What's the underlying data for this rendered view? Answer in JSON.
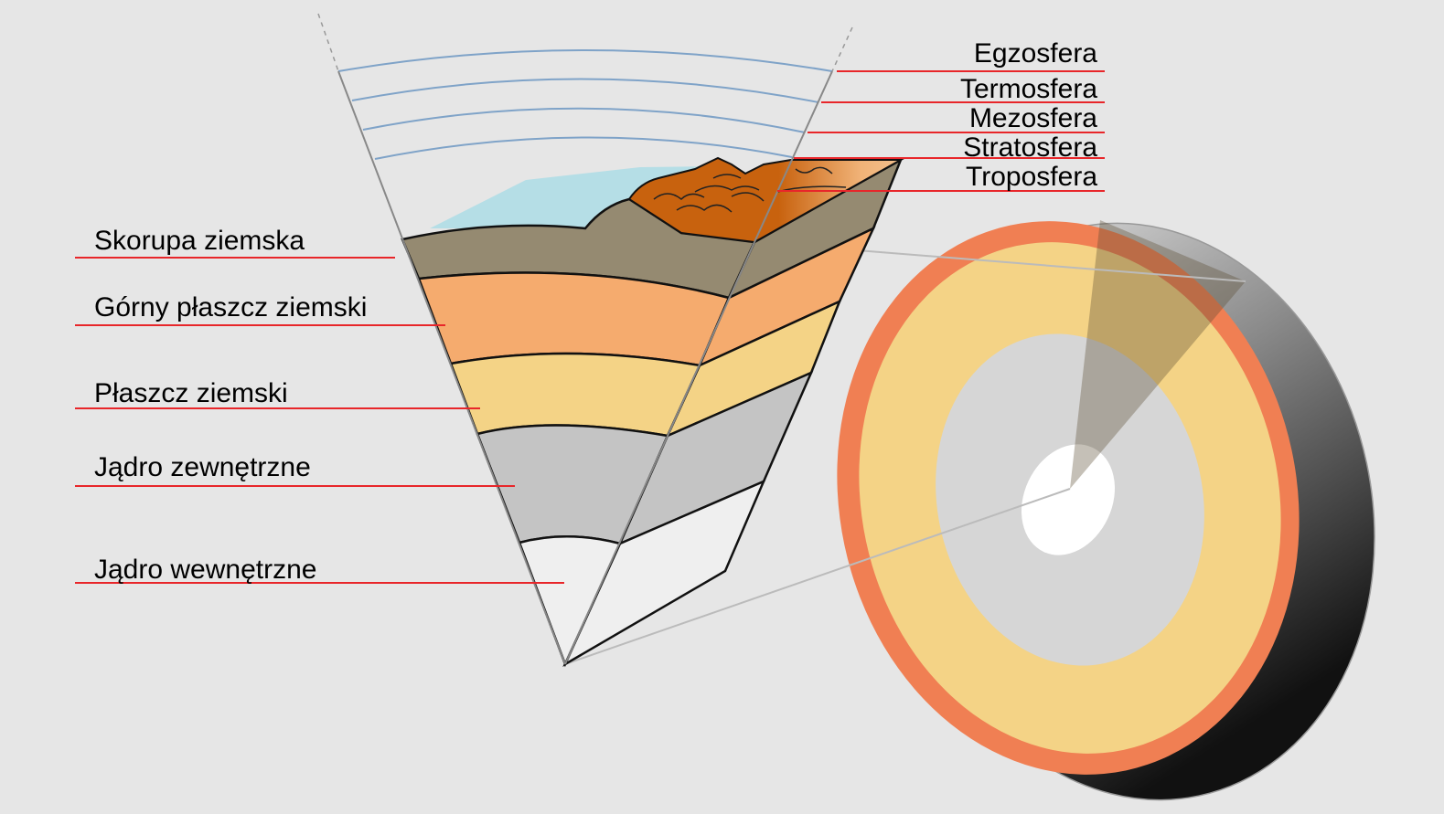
{
  "title": "Budowa Ziemi",
  "atmosphere_labels": [
    "Egzosfera",
    "Termosfera",
    "Mezosfera",
    "Stratosfera",
    "Troposfera"
  ],
  "earth_labels": [
    "Skorupa ziemska",
    "Górny płaszcz ziemski",
    "Płaszcz ziemski",
    "Jądro zewnętrzne",
    "Jądro wewnętrzne"
  ],
  "colors": {
    "background": "#e6e6e6",
    "leader_line": "#e8262a",
    "atmosphere_line": "#7fa3c8",
    "ocean": "#b5dee6",
    "crust": "#958a71",
    "upper_mantle": "#f5ab6e",
    "mantle": "#f4d386",
    "outer_core": "#c4c4c4",
    "inner_core": "#efefef",
    "mountains": "#c8620e",
    "sphere_rim": "#f07f53"
  }
}
